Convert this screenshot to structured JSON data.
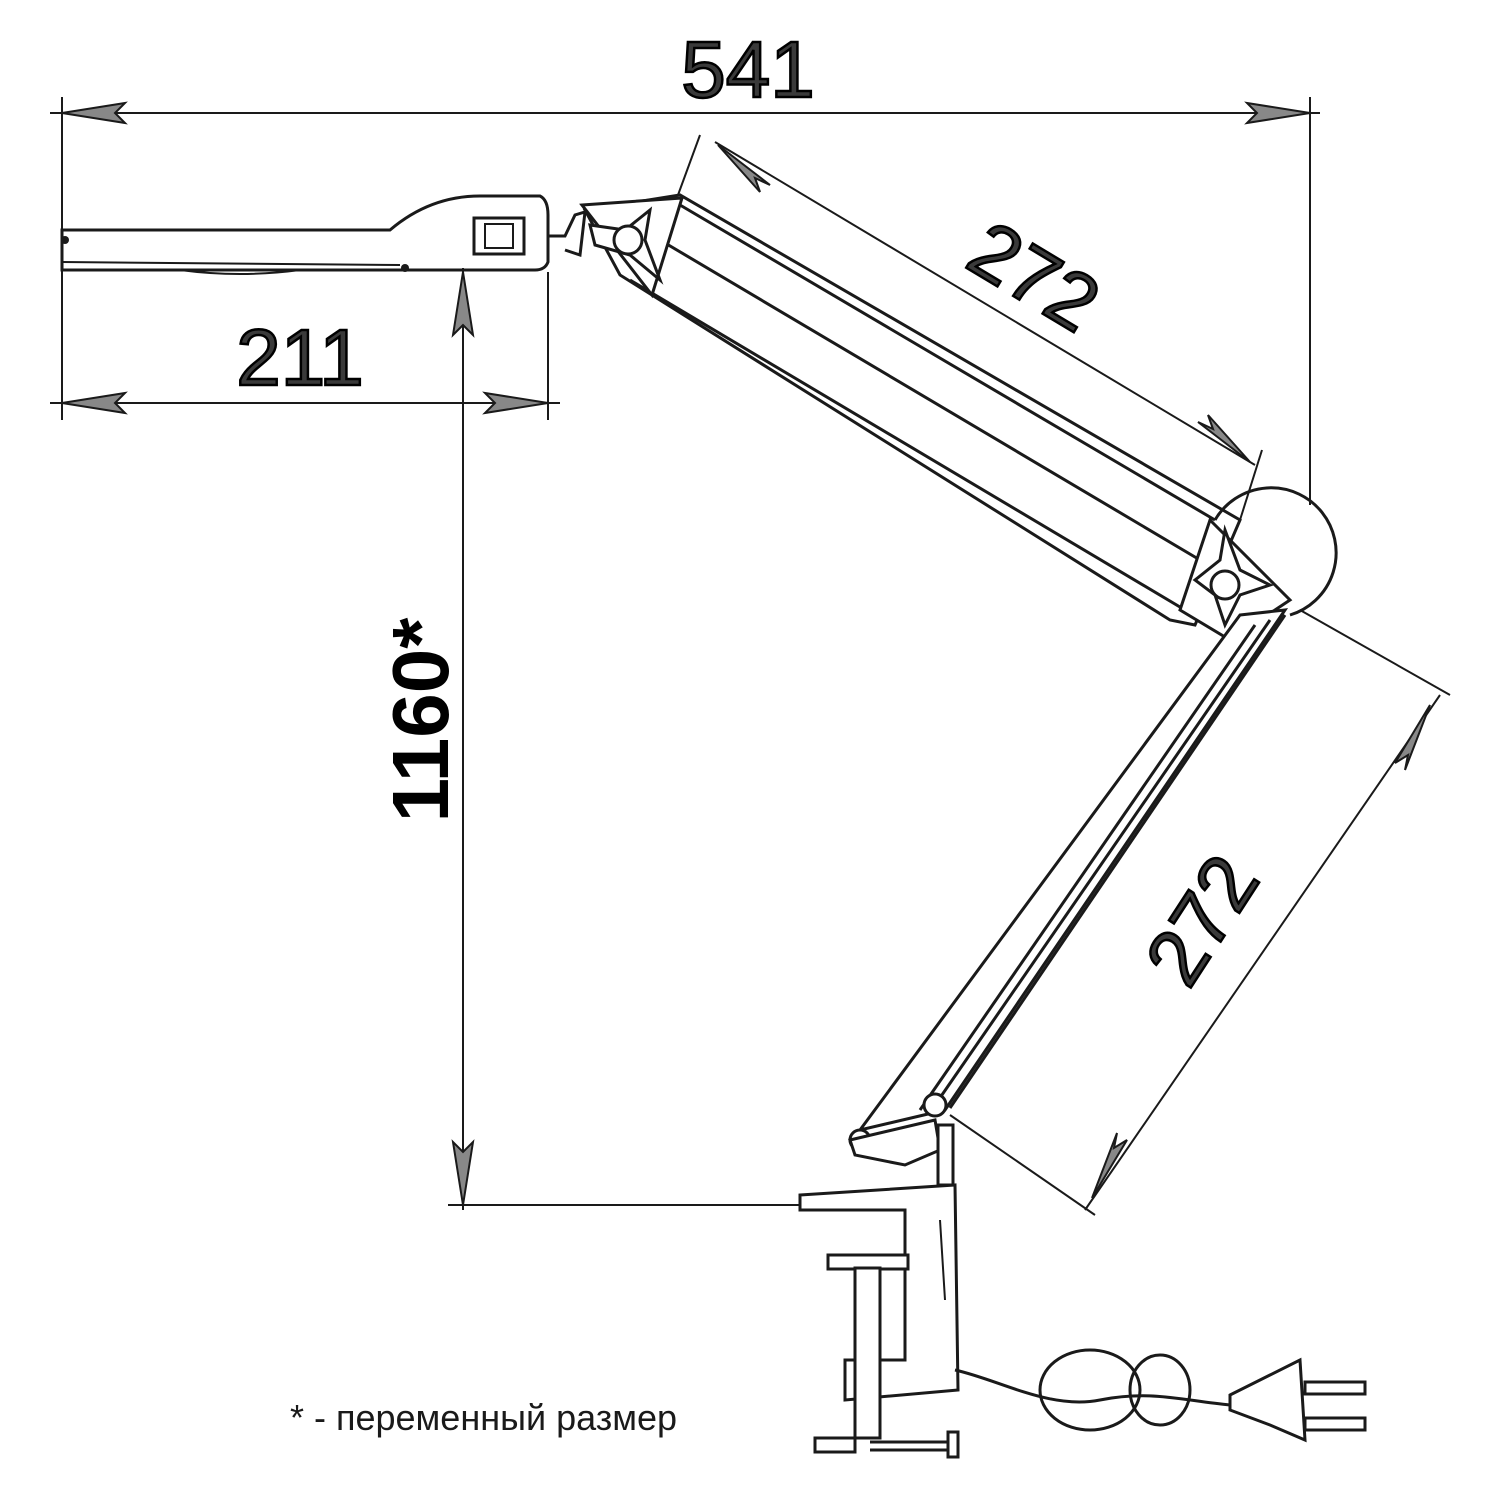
{
  "drawing": {
    "title": "Lamp dimensions",
    "dimensions": {
      "overall_width": "541",
      "upper_arm": "272",
      "lower_arm": "272",
      "head_length": "211",
      "height": "1160*"
    },
    "footnote": "* - переменный размер"
  }
}
